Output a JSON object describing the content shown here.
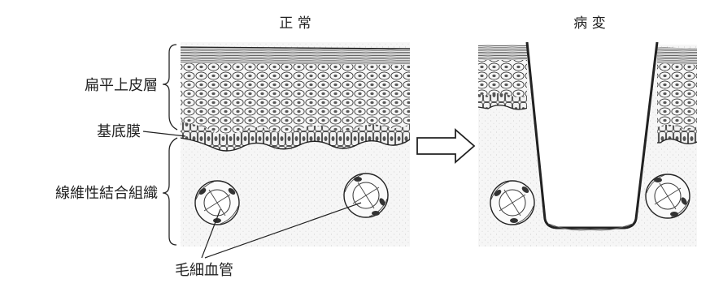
{
  "panels": {
    "normal_title": "正 常",
    "lesion_title": "病 変"
  },
  "labels": {
    "squamous_epithelium": "扁平上皮層",
    "basement_membrane": "基底膜",
    "fibrous_connective_tissue": "線維性結合組織",
    "capillaries": "毛細血管"
  }
}
